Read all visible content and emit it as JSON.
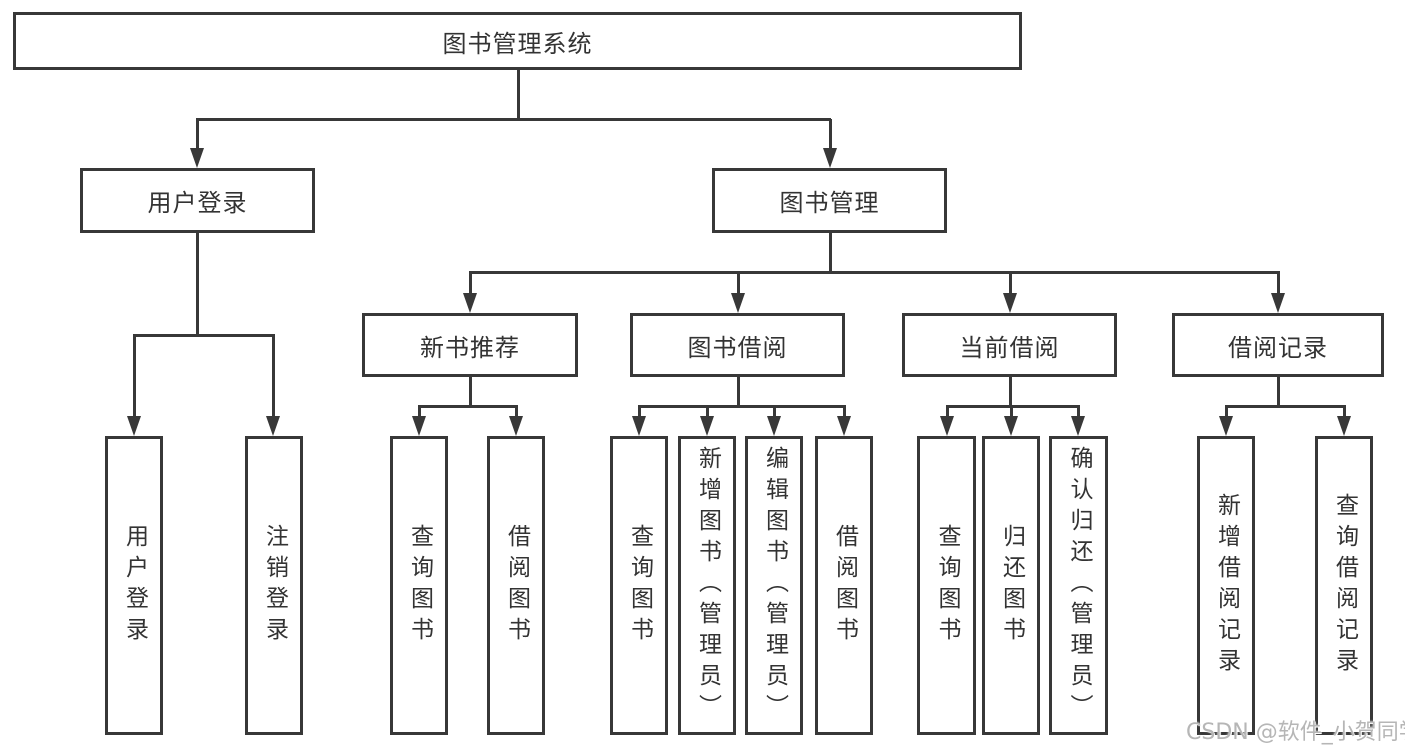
{
  "nodes": {
    "root": "图书管理系统",
    "user_login": {
      "label": "用户登录",
      "children": [
        "用户登录",
        "注销登录"
      ]
    },
    "book_mgmt": {
      "label": "图书管理",
      "children": [
        {
          "label": "新书推荐",
          "children": [
            "查询图书",
            "借阅图书"
          ]
        },
        {
          "label": "图书借阅",
          "children": [
            "查询图书",
            "新增图书（管理员）",
            "编辑图书（管理员）",
            "借阅图书"
          ]
        },
        {
          "label": "当前借阅",
          "children": [
            "查询图书",
            "归还图书",
            "确认归还（管理员）"
          ]
        },
        {
          "label": "借阅记录",
          "children": [
            "新增借阅记录",
            "查询借阅记录"
          ]
        }
      ]
    }
  },
  "watermark": "CSDN @软件_小贺同学",
  "colors": {
    "line": "#383838",
    "text": "#333333",
    "watermark": "#b6b6b6",
    "background": "#ffffff"
  }
}
